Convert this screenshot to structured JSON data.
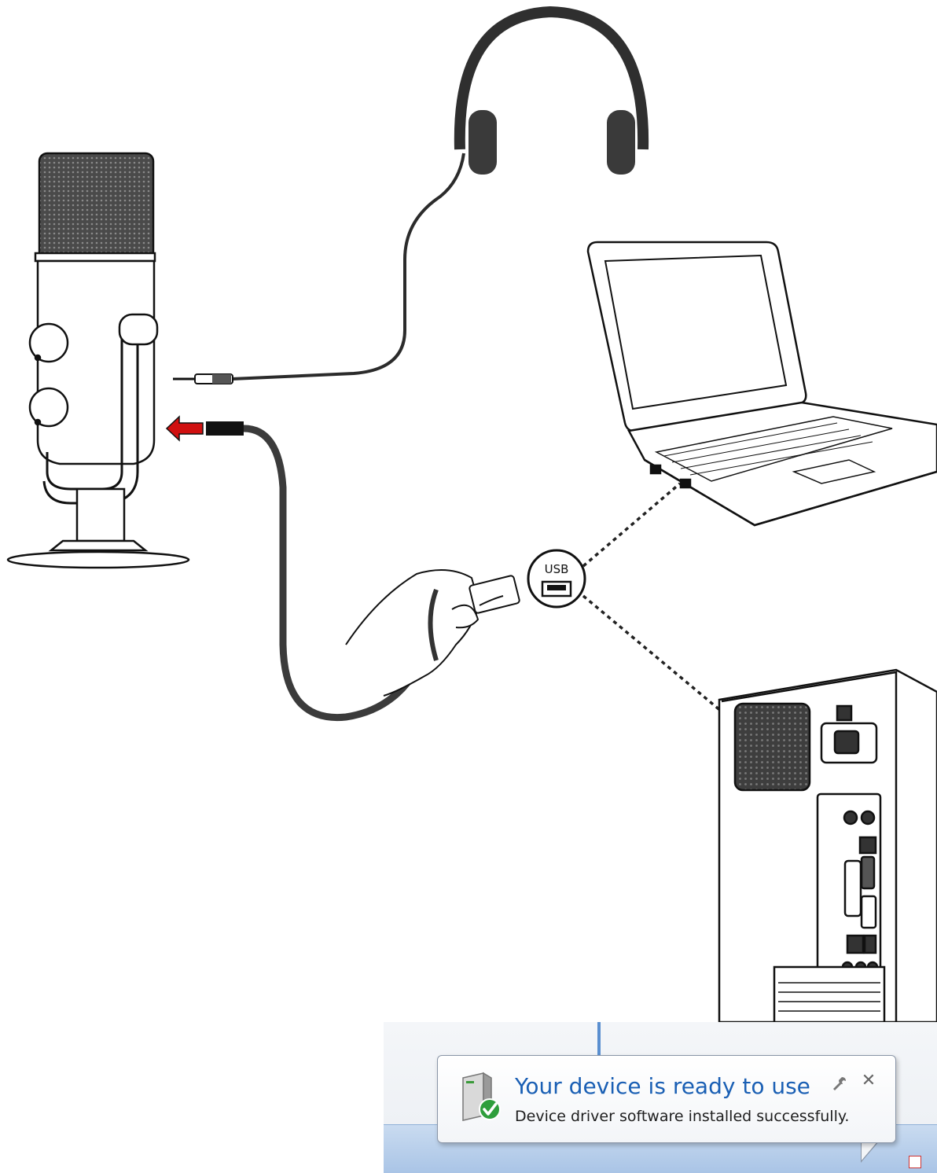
{
  "usb_badge": {
    "label": "USB"
  },
  "notification": {
    "title": "Your device is ready to use",
    "message": "Device driver software installed successfully.",
    "close_glyph": "✕"
  },
  "icons": [
    "microphone",
    "headphones",
    "laptop",
    "usb-port",
    "desktop-pc",
    "device-icon",
    "wrench-icon",
    "close-icon"
  ],
  "colors": {
    "accent_blue": "#1a5fb4",
    "cable": "#3b3b3b",
    "arrow_red": "#d01010",
    "check_green": "#2e9e3c"
  }
}
